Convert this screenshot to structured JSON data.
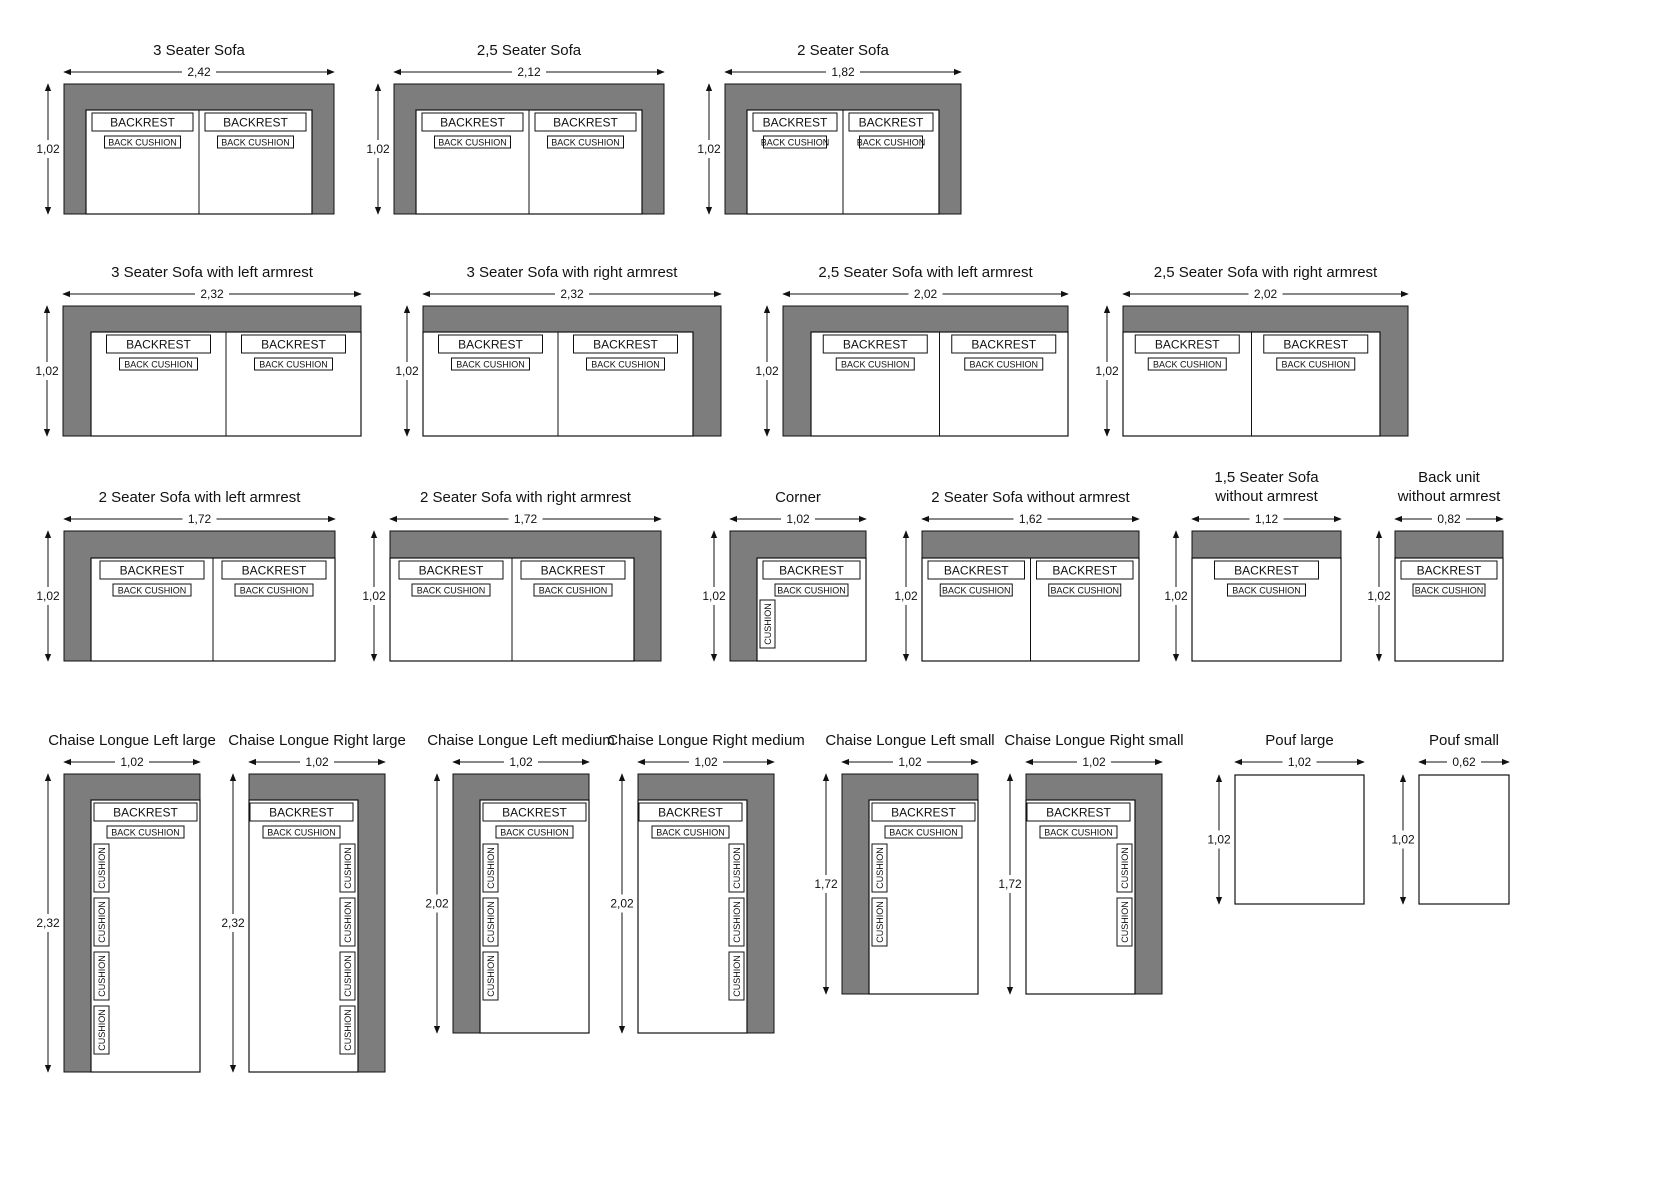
{
  "labels": {
    "backrest": "BACKREST",
    "back_cushion": "BACK CUSHION",
    "cushion": "CUSHION"
  },
  "colors": {
    "armrest": "#7d7d7e",
    "outline": "#111111",
    "background": "#ffffff"
  },
  "modules": [
    {
      "title": [
        "3 Seater Sofa"
      ],
      "width": "2,42",
      "depth": "1,02"
    },
    {
      "title": [
        "2,5 Seater Sofa"
      ],
      "width": "2,12",
      "depth": "1,02"
    },
    {
      "title": [
        "2 Seater Sofa"
      ],
      "width": "1,82",
      "depth": "1,02"
    },
    {
      "title": [
        "3 Seater Sofa with left armrest"
      ],
      "width": "2,32",
      "depth": "1,02"
    },
    {
      "title": [
        "3 Seater Sofa with right armrest"
      ],
      "width": "2,32",
      "depth": "1,02"
    },
    {
      "title": [
        "2,5 Seater Sofa with left armrest"
      ],
      "width": "2,02",
      "depth": "1,02"
    },
    {
      "title": [
        "2,5 Seater Sofa with right armrest"
      ],
      "width": "2,02",
      "depth": "1,02"
    },
    {
      "title": [
        "2 Seater Sofa with left armrest"
      ],
      "width": "1,72",
      "depth": "1,02"
    },
    {
      "title": [
        "2 Seater Sofa with right armrest"
      ],
      "width": "1,72",
      "depth": "1,02"
    },
    {
      "title": [
        "Corner"
      ],
      "width": "1,02",
      "depth": "1,02"
    },
    {
      "title": [
        "2 Seater Sofa without armrest"
      ],
      "width": "1,62",
      "depth": "1,02"
    },
    {
      "title": [
        "1,5 Seater Sofa",
        "without armrest"
      ],
      "width": "1,12",
      "depth": "1,02"
    },
    {
      "title": [
        "Back unit",
        "without armrest"
      ],
      "width": "0,82",
      "depth": "1,02"
    },
    {
      "title": [
        "Chaise Longue Left large"
      ],
      "width": "1,02",
      "depth": "2,32"
    },
    {
      "title": [
        "Chaise Longue Right large"
      ],
      "width": "1,02",
      "depth": "2,32"
    },
    {
      "title": [
        "Chaise Longue Left medium"
      ],
      "width": "1,02",
      "depth": "2,02"
    },
    {
      "title": [
        "Chaise Longue Right medium"
      ],
      "width": "1,02",
      "depth": "2,02"
    },
    {
      "title": [
        "Chaise Longue Left small"
      ],
      "width": "1,02",
      "depth": "1,72"
    },
    {
      "title": [
        "Chaise Longue Right small"
      ],
      "width": "1,02",
      "depth": "1,72"
    },
    {
      "title": [
        "Pouf large"
      ],
      "width": "1,02",
      "depth": "1,02"
    },
    {
      "title": [
        "Pouf small"
      ],
      "width": "0,62",
      "depth": "1,02"
    }
  ]
}
